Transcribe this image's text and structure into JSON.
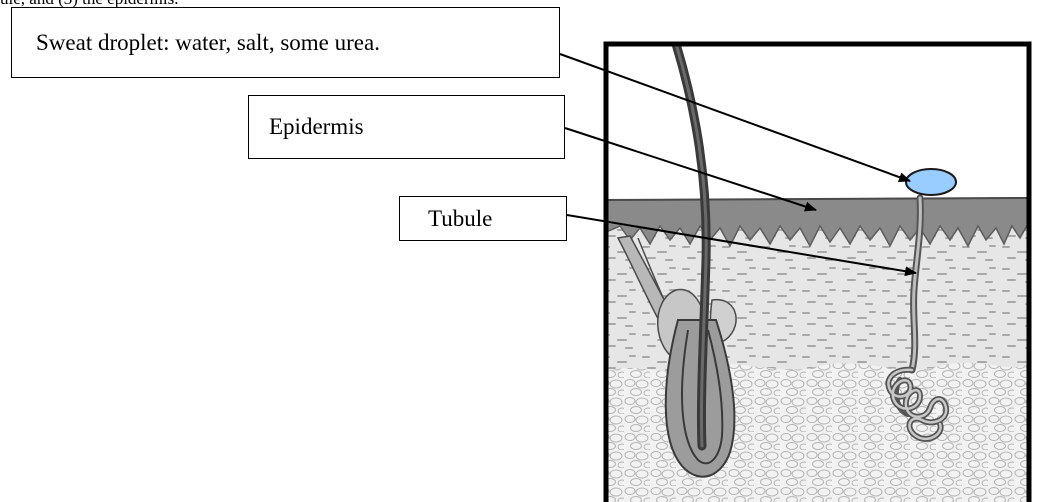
{
  "top_fragment": "ule, and (3) the epidermis.",
  "labels": {
    "sweat_droplet": "Sweat droplet:  water, salt, some urea.",
    "epidermis": "Epidermis",
    "tubule": "Tubule"
  },
  "colors": {
    "droplet_fill": "#99ccff",
    "epidermis_fill": "#8a8a8a",
    "dermis_fill": "#e2e2e2",
    "hair": "#3a3a3a",
    "frame": "#000000"
  }
}
